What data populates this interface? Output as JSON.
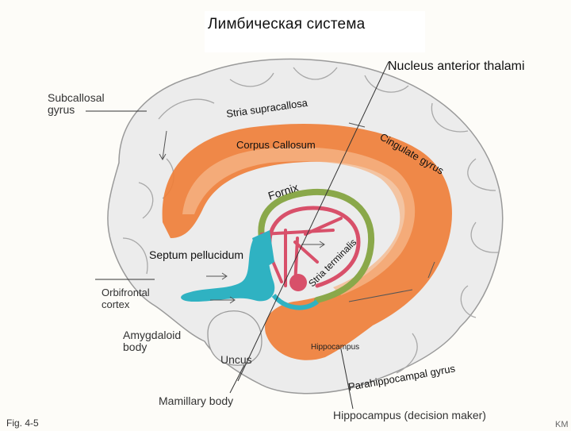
{
  "title": "Лимбическая система",
  "labels": {
    "nucleus_anterior": "Nucleus anterior thalami",
    "subcallosal_1": "Subcallosal",
    "subcallosal_2": "gyrus",
    "stria_supracallosa": "Stria supracallosa",
    "corpus_callosum": "Corpus Callosum",
    "cingulate_gyrus": "Cingulate gyrus",
    "fornix": "Fornix",
    "septum_pellucidum": "Septum pellucidum",
    "stria_terminalis": "Stria terminalis",
    "orbitofrontal_1": "Orbifrontal",
    "orbitofrontal_2": "cortex",
    "amygdaloid_1": "Amygdaloid",
    "amygdaloid_2": "body",
    "hippocampus": "Hippocampus",
    "uncus": "Uncus",
    "parahippocampal_gyrus": "Parahippocampal gyrus",
    "mamillary_body": "Mamillary body",
    "hippocampus_decision": "Hippocampus (decision maker)",
    "fig": "Fig. 4-5",
    "corner": "KM"
  },
  "colors": {
    "brain": "#ececec",
    "outline": "#9a9a9a",
    "corpus": "#ef7f3a",
    "fornix_green": "#8aa84a",
    "stria_pink": "#d8506a",
    "septum_teal": "#2fb2c2"
  }
}
